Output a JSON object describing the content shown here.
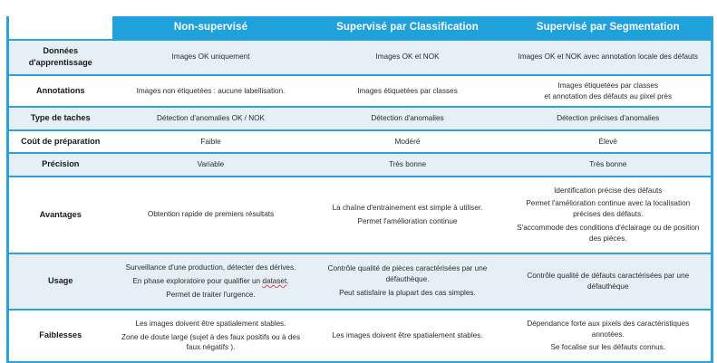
{
  "table": {
    "colors": {
      "header_bg": "#1FA2DC",
      "header_text": "#FFFFFF",
      "border": "#29A3DB",
      "row_alt_bg": "#E7EFF6",
      "row_bg": "#FFFFFF",
      "body_text": "#2B2B2B",
      "spellcheck_underline": "#E0443E"
    },
    "headers": {
      "corner": "",
      "col1": "Non-supervisé",
      "col2": "Supervisé par Classification",
      "col3": "Supervisé par Segmentation"
    },
    "rows": [
      {
        "label_line1": "Données",
        "label_line2": "d'apprentissage",
        "col1": [
          "Images OK uniquement"
        ],
        "col2": [
          "Images OK et NOK"
        ],
        "col3": [
          "Images OK et NOK avec annotation locale des défauts"
        ]
      },
      {
        "label_line1": "Annotations",
        "label_line2": "",
        "col1": [
          "Images non étiquetées : aucune labellisation."
        ],
        "col2": [
          "Images étiquetées par classes"
        ],
        "col3": [
          "Images étiquetées par classes",
          "et annotation des défauts au pixel près"
        ]
      },
      {
        "label_line1": "Type de taches",
        "label_line2": "",
        "col1": [
          "Détection d'anomalies OK / NOK"
        ],
        "col2": [
          "Détection d'anomalies"
        ],
        "col3": [
          "Détection précises d'anomalies"
        ]
      },
      {
        "label_line1": "Coût de préparation",
        "label_line2": "",
        "col1": [
          "Faible"
        ],
        "col2": [
          "Modéré"
        ],
        "col3": [
          "Élevé"
        ]
      },
      {
        "label_line1": "Précision",
        "label_line2": "",
        "col1": [
          "Variable"
        ],
        "col2": [
          "Très bonne"
        ],
        "col3": [
          "Très bonne"
        ]
      },
      {
        "label_line1": "Avantages",
        "label_line2": "",
        "col1": [
          "Obtention rapide de premiers résultats"
        ],
        "col2": [
          "La chaîne d'entrainement est simple à utiliser.",
          "Permet l'amélioration continue"
        ],
        "col3": [
          "Identification précise des défauts",
          "Permet l'amélioration continue avec la localisation précises des défauts.",
          "S'accommode des conditions d'éclairage ou de position des pièces."
        ]
      },
      {
        "label_line1": "Usage",
        "label_line2": "",
        "col1": [
          "Surveillance d'une production, détecter des dérives.",
          "En phase exploratoire pour qualifier un dataset.",
          "Permet de traiter l'urgence."
        ],
        "col2": [
          "Contrôle qualité de pièces caractérisées par une défauthèque.",
          "Peut satisfaire la plupart des cas simples."
        ],
        "col3": [
          "Contrôle qualité de défauts caractérisées par une défauthèque"
        ]
      },
      {
        "label_line1": "Faiblesses",
        "label_line2": "",
        "col1": [
          "Les images doivent être spatialement stables.",
          "Zone de doute large (sujet à des faux positifs ou à des faux négatifs )."
        ],
        "col2": [
          "Les images doivent être spatialement stables."
        ],
        "col3": [
          "Dépendance forte aux pixels des caractéristiques annotées.",
          "Se focalise sur les défauts connus."
        ]
      }
    ]
  }
}
